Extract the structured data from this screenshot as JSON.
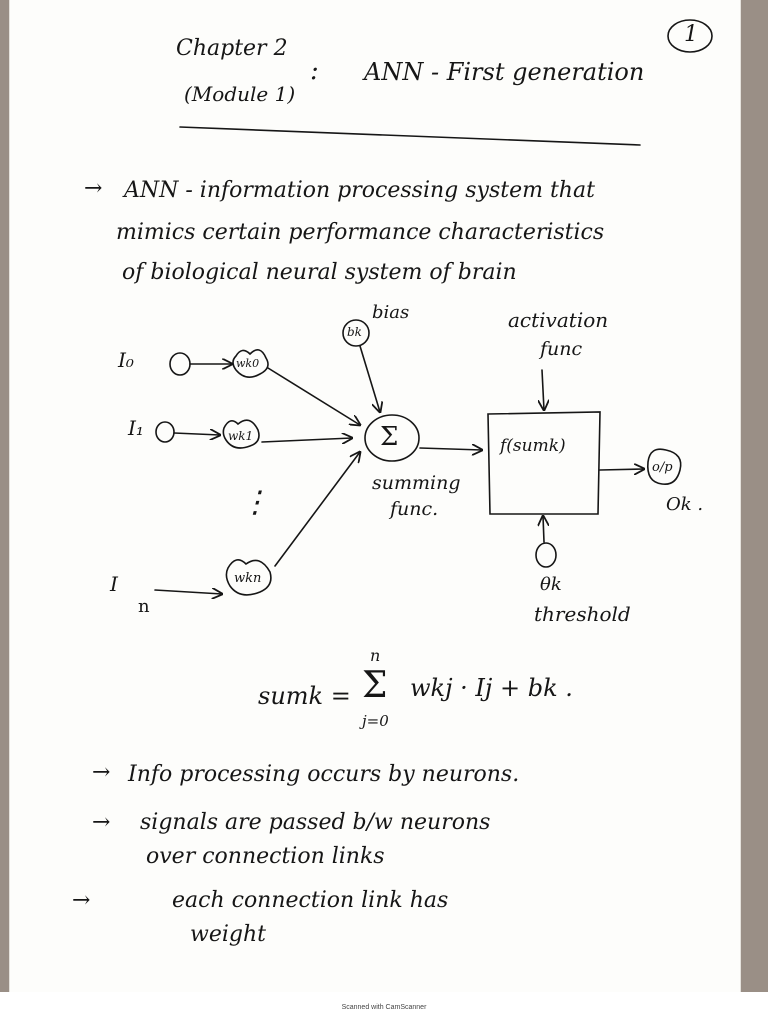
{
  "page_number": "1",
  "header": {
    "chapter": "Chapter 2",
    "module": "(Module 1)",
    "colon": ":",
    "title": "ANN - First generation"
  },
  "definition": {
    "arrow": "→",
    "line1": "ANN - information processing system that",
    "line2": "mimics certain performance characteristics",
    "line3": "of biological neural system of brain"
  },
  "diagram": {
    "inputs": [
      "I₀",
      "I₁",
      "I"
    ],
    "input_last_subscript": "n",
    "ellipsis": "⋮",
    "weights": [
      "wk0",
      "wk1",
      "wkn"
    ],
    "bias_node": "bk",
    "bias_label": "bias",
    "summing_symbol": "Σ",
    "summing_label_1": "summing",
    "summing_label_2": "func.",
    "activation_label_1": "activation",
    "activation_label_2": "func",
    "activation_box": "f(sumk)",
    "threshold_symbol": "θk",
    "threshold_label": "threshold",
    "output_node": "o/p",
    "output_label": "Ok ."
  },
  "formula": {
    "lhs": "sumk =",
    "upper": "n",
    "sigma": "Σ",
    "lower": "j=0",
    "rhs": "wkj · Ij + bk ."
  },
  "notes": [
    {
      "arrow": "→",
      "line1": "Info processing occurs by neurons."
    },
    {
      "arrow": "→",
      "line1": "signals are passed b/w neurons",
      "line2": "over connection links"
    },
    {
      "arrow": "→",
      "line1": "each connection link has",
      "line2": "weight"
    }
  ],
  "footer": {
    "scanner_text": "Scanned with CamScanner"
  }
}
